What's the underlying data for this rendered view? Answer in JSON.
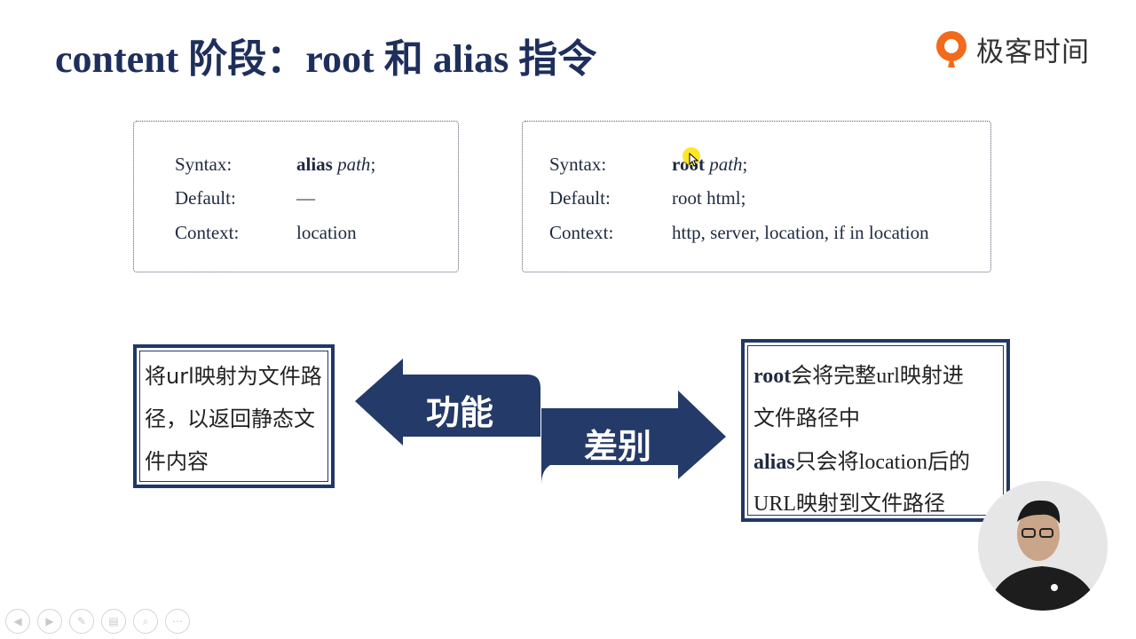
{
  "title": "content 阶段：root 和 alias 指令",
  "brand": {
    "name": "极客时间",
    "color": "#f26a1b"
  },
  "alias_box": {
    "syntax_key": "Syntax:",
    "syntax_directive": "alias",
    "syntax_arg": "path",
    "syntax_end": ";",
    "default_key": "Default:",
    "default_value": "—",
    "context_key": "Context:",
    "context_value": "location"
  },
  "root_box": {
    "syntax_key": "Syntax:",
    "syntax_directive": "root",
    "syntax_arg": "path",
    "syntax_end": ";",
    "default_key": "Default:",
    "default_value": "root html;",
    "context_key": "Context:",
    "context_value": "http, server, location, if in location"
  },
  "function_box": {
    "text": "将url映射为文件路径，以返回静态文件内容"
  },
  "arrows": {
    "left_label": "功能",
    "right_label": "差别",
    "color": "#243a68"
  },
  "diff_box": {
    "line1_bold": "root",
    "line1_rest_a": "会将完整",
    "line1_en": "url",
    "line1_rest_b": "映射进",
    "line2": "文件路径中",
    "line3_bold": "alias",
    "line3_rest_a": "只会将",
    "line3_en": "location",
    "line3_rest_b": "后的",
    "line4_en": "URL",
    "line4_rest": "映射到文件路径"
  },
  "controls": {
    "items": [
      {
        "name": "prev",
        "glyph": "◀"
      },
      {
        "name": "next",
        "glyph": "▶"
      },
      {
        "name": "pen",
        "glyph": "✎"
      },
      {
        "name": "slides",
        "glyph": "▤"
      },
      {
        "name": "zoom",
        "glyph": "⌕"
      },
      {
        "name": "more",
        "glyph": "⋯"
      }
    ]
  }
}
